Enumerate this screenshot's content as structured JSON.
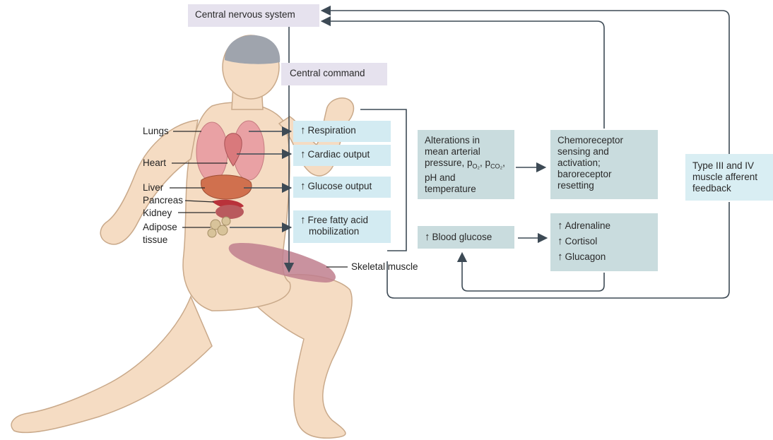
{
  "colors": {
    "skin": "#f5dcc3",
    "skin_outline": "#c9a98a",
    "brain": "#9fa4ad",
    "lung": "#e9a1a4",
    "heart": "#d9797c",
    "liver": "#d0704e",
    "muscle": "#c07f8e",
    "fat": "#d8c39a",
    "arrow": "#3d4a55"
  },
  "boxes": {
    "cns": "Central nervous system",
    "central_command": "Central command",
    "respiration": "Respiration",
    "cardiac": "Cardiac output",
    "glucose_output": "Glucose output",
    "ffa_line1": "Free fatty acid",
    "ffa_line2": "mobilization",
    "alterations": [
      "Alterations in",
      "mean arterial",
      "pressure, p",
      "pH and",
      "temperature"
    ],
    "alterations_po2_sub": "O₂",
    "alterations_pco2": ", p",
    "alterations_pco2_sub": "CO₂",
    "alterations_end": ",",
    "chemo": [
      "Chemoreceptor",
      "sensing and",
      "activation;",
      "baroreceptor",
      "resetting"
    ],
    "blood_glucose": "Blood glucose",
    "hormones": [
      "Adrenaline",
      "Cortisol",
      "Glucagon"
    ],
    "type3": [
      "Type III and IV",
      "muscle afferent",
      "feedback"
    ],
    "up_arrow": "↑"
  },
  "organs": {
    "lungs": "Lungs",
    "heart": "Heart",
    "liver": "Liver",
    "pancreas": "Pancreas",
    "kidney": "Kidney",
    "adipose1": "Adipose",
    "adipose2": "tissue",
    "skeletal": "Skeletal muscle"
  }
}
